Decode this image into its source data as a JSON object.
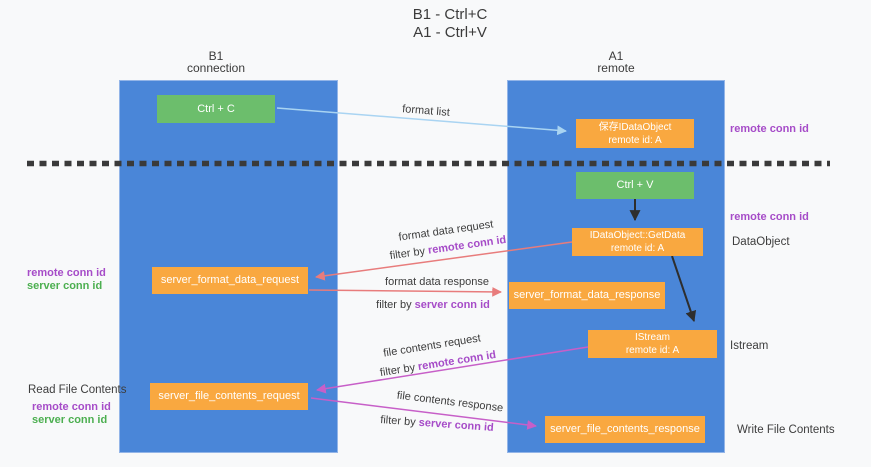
{
  "title": {
    "line1": "B1 - Ctrl+C",
    "line2": "A1 - Ctrl+V"
  },
  "lifelines": {
    "b1": {
      "name": "B1",
      "role": "connection"
    },
    "a1": {
      "name": "A1",
      "role": "remote"
    }
  },
  "nodes": {
    "ctrl_c": {
      "label": "Ctrl + C"
    },
    "ctrl_v": {
      "label": "Ctrl + V"
    },
    "save_dataobject": {
      "line1": "保存IDataObject",
      "line2": "remote id: A"
    },
    "getdata": {
      "line1": "IDataObject::GetData",
      "line2": "remote id: A"
    },
    "istream": {
      "line1": "IStream",
      "line2": "remote id: A"
    },
    "format_request": {
      "label": "server_format_data_request"
    },
    "format_response": {
      "label": "server_format_data_response"
    },
    "file_request": {
      "label": "server_file_contents_request"
    },
    "file_response": {
      "label": "server_file_contents_response"
    }
  },
  "flow_labels": {
    "format_list": "format list",
    "format_data_request": "format data request",
    "format_data_response": "format data response",
    "file_contents_request": "file contents request",
    "file_contents_response": "file contents response",
    "filter_by": "filter by ",
    "remote_conn_id": "remote conn id",
    "server_conn_id": "server conn id"
  },
  "side_labels": {
    "remote_conn_id": "remote conn id",
    "server_conn_id": "server conn id",
    "read_file_contents": "Read File Contents",
    "write_file_contents": "Write File Contents",
    "dataobject": "DataObject",
    "istream": "Istream"
  },
  "colors": {
    "background": "#F8F9FA",
    "lifeline_blue": "#4A86D8",
    "node_green": "#6CBE6C",
    "node_orange": "#F9A840",
    "arrow_lightblue": "#A9D4F2",
    "arrow_red": "#E87C7C",
    "arrow_magenta": "#C75FC8",
    "arrow_black": "#2E2E2E",
    "dashed_divider": "#3A3A3A",
    "text_purple": "#A64CC8",
    "text_green": "#4CAF50"
  }
}
